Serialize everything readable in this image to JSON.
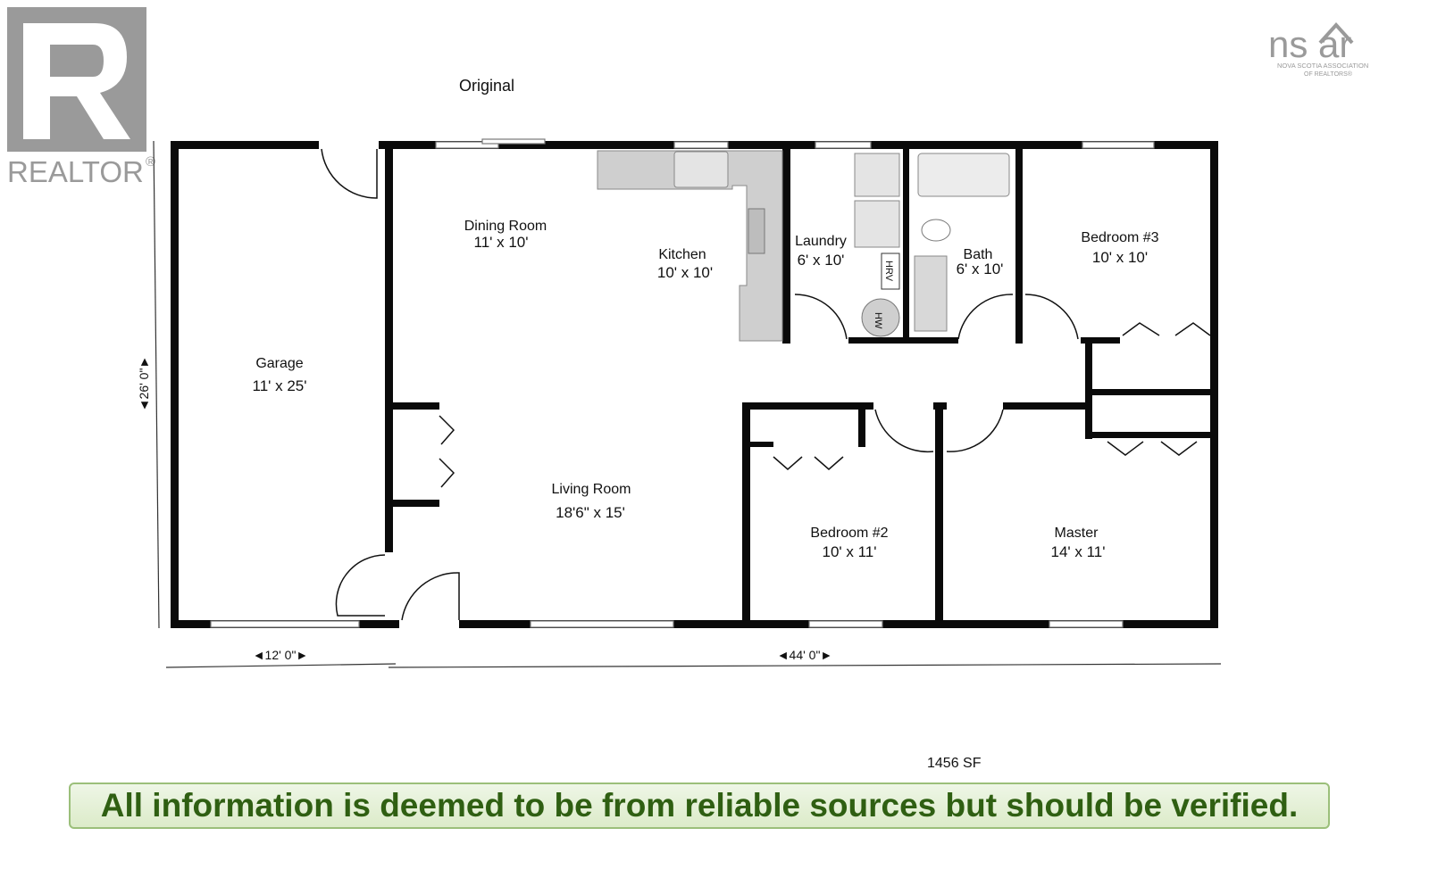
{
  "header": {
    "plan_label": "Original"
  },
  "branding": {
    "realtor_text": "REALTOR",
    "realtor_mark": "®",
    "nsar_text": "ns ar",
    "nsar_sub1": "NOVA SCOTIA ASSOCIATION",
    "nsar_sub2": "OF REALTORS®"
  },
  "rooms": {
    "garage": {
      "name": "Garage",
      "size": "11' x 25'"
    },
    "dining": {
      "name": "Dining Room",
      "size": "11' x 10'"
    },
    "kitchen": {
      "name": "Kitchen",
      "size": "10' x 10'"
    },
    "laundry": {
      "name": "Laundry",
      "size": "6' x 10'"
    },
    "bath": {
      "name": "Bath",
      "size": "6' x 10'"
    },
    "bedroom3": {
      "name": "Bedroom #3",
      "size": "10' x 10'"
    },
    "living": {
      "name": "Living Room",
      "size": "18'6\" x 15'"
    },
    "bedroom2": {
      "name": "Bedroom #2",
      "size": "10' x 11'"
    },
    "master": {
      "name": "Master",
      "size": "14' x 11'"
    }
  },
  "fixtures": {
    "hrv": "HRV",
    "hw": "HW"
  },
  "dimensions": {
    "height": "◄26' 0\"►",
    "garage_width": "◄12' 0\"►",
    "house_width": "◄44' 0\"►"
  },
  "area": "1456 SF",
  "disclaimer": "All information is deemed to be from reliable sources but should be verified.",
  "colors": {
    "wall": "#0a0a0a",
    "disclaimer_text": "#2f5f12",
    "disclaimer_bg": "#e4f0d6",
    "logo_gray": "#9a9a9a"
  }
}
